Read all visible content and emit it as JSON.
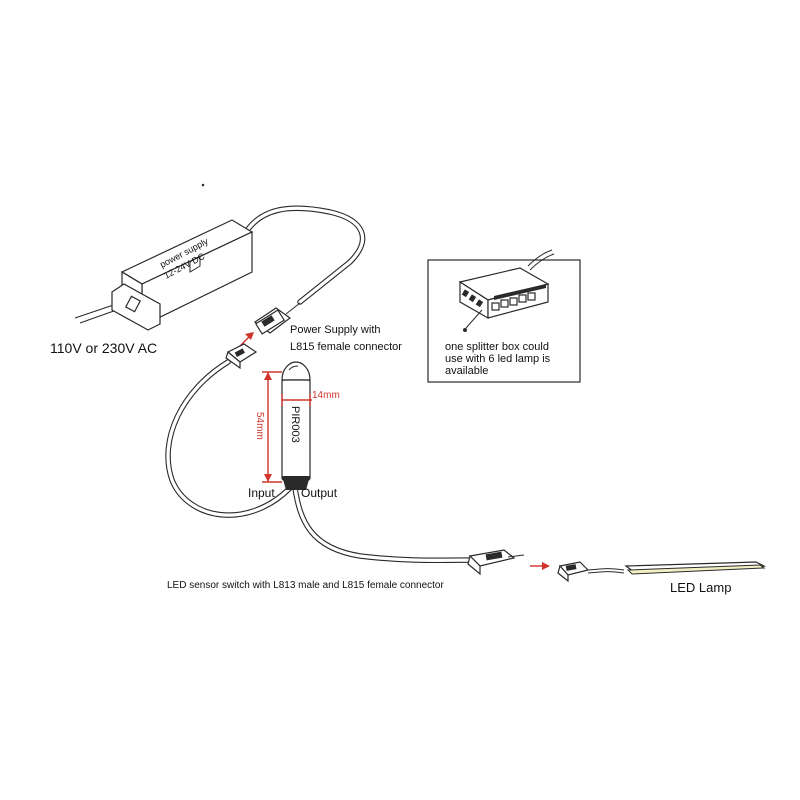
{
  "labels": {
    "power_supply_box_line1": "power supply",
    "power_supply_box_line2": "12-24V DC",
    "ac_input": "110V or 230V AC",
    "power_supply_connector_line1": "Power Supply with",
    "power_supply_connector_line2": "L815 female connector",
    "sensor_model": "PIR003",
    "width_dimension": "14mm",
    "height_dimension": "54mm",
    "input": "Input",
    "output": "Output",
    "sensor_switch_caption": "LED sensor switch with L813 male and L815 female connector",
    "led_lamp": "LED Lamp",
    "splitter_line1": "one splitter box could",
    "splitter_line2": "use with 6 led lamp is",
    "splitter_line3": "available"
  },
  "colors": {
    "line": "#2a2a2a",
    "dimension": "#d0342c",
    "led_strip": "#f3efc4"
  }
}
